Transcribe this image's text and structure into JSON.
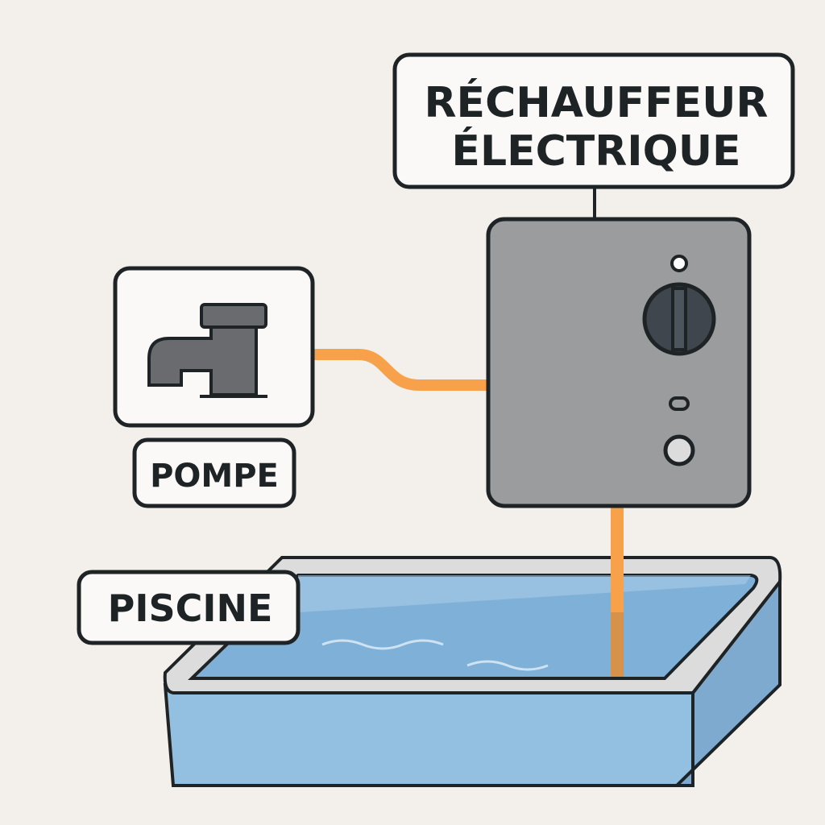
{
  "labels": {
    "heater_line1": "RÉCHAUFFEUR",
    "heater_line2": "ÉLECTRIQUE",
    "pump": "POMPE",
    "pool": "PISCINE"
  },
  "colors": {
    "background": "#f3efeb",
    "pipe": "#f7a24a",
    "heater_body": "#9a9c9e",
    "knob": "#3f464d",
    "water": "#7fb0d8",
    "pool_wall": "#93bfe0",
    "outline": "#1e2326"
  }
}
